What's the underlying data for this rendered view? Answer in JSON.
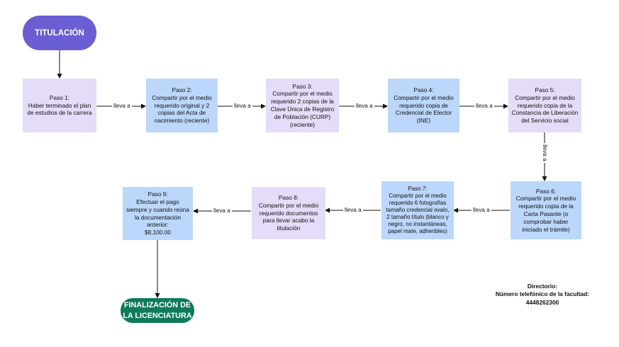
{
  "start": {
    "label": "TITULACIÓN"
  },
  "end": {
    "label": "FINALIZACIÓN DE\nLA LICENCIATURA"
  },
  "edge_label": "lleva a",
  "steps": [
    {
      "title": "Paso 1:",
      "text": "Haber terminado el plan de estudios de la carrera",
      "color": "#e4dcf8"
    },
    {
      "title": "Paso 2:",
      "text": "Compartir por el medio requerido original y 2 copias del Acta de nacimiento (reciente)",
      "color": "#bcd7fb"
    },
    {
      "title": "Paso 3:",
      "text": "Compartir por el medio requerido 2 copias de la Clave Única de Registro de Población (CURP) (reciente)",
      "color": "#e4dcf8"
    },
    {
      "title": "Paso 4:",
      "text": "Compartir por el medio requerido copia de Credencial de Elector (INE)",
      "color": "#bcd7fb"
    },
    {
      "title": "Paso 5:",
      "text": "Compartir por el medio requerido copia de la Constancia de Liberación del Servicio social",
      "color": "#e4dcf8"
    },
    {
      "title": "Paso 6:",
      "text": "Compartir por el medio requerido copia de la Carta Pasante (o comprobar haber iniciado el trámite)",
      "color": "#bcd7fb"
    },
    {
      "title": "Paso 7:",
      "text": "Compartir por el medio requerido 6 fotografías tamaño credencial ovalo, 2 tamaño título (blanco y negro, no instantáneas, papel mate, adheribles)",
      "color": "#bcd7fb"
    },
    {
      "title": "Paso 8:",
      "text": "Compartir por el medio requerido documentos para llevar acabo la titulación",
      "color": "#e4dcf8"
    },
    {
      "title": "Paso 9:",
      "text": "Efectuar el pago siempre y cuando reúna la documentación anterior:\n$8,100.00",
      "color": "#bcd7fb"
    }
  ],
  "directory": {
    "title": "Directorio:",
    "line": "Número telefónico de la facultad:",
    "phone": "4448262300"
  }
}
